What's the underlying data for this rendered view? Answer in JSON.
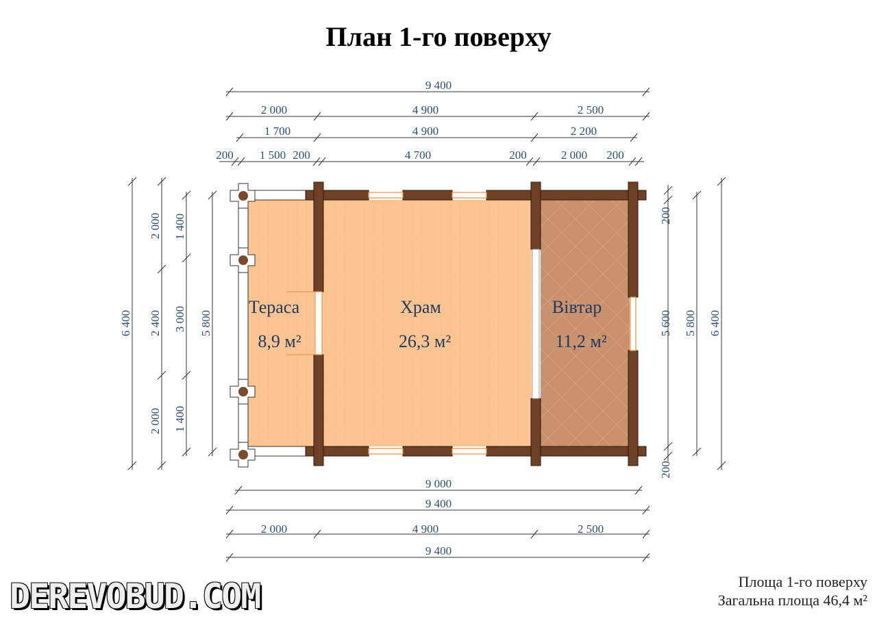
{
  "title": "План 1-го поверху",
  "rooms": [
    {
      "name": "Тераса",
      "area": "8,9 м²"
    },
    {
      "name": "Храм",
      "area": "26,3 м²"
    },
    {
      "name": "Вівтар",
      "area": "11,2 м²"
    }
  ],
  "dims_top": {
    "total": "9 400",
    "row2": [
      "2 000",
      "4 900",
      "2 500"
    ],
    "row3": [
      "1 700",
      "4 900",
      "2 200"
    ],
    "row4": [
      "200",
      "1 500",
      "200",
      "4 700",
      "200",
      "2 000",
      "200"
    ]
  },
  "dims_bottom": {
    "inner": "9 000",
    "total1": "9 400",
    "row": [
      "2 000",
      "4 900",
      "2 500"
    ],
    "total2": "9 400"
  },
  "dims_left": {
    "total": "6 400",
    "row1": [
      "2 000",
      "2 400",
      "2 000"
    ],
    "row2": [
      "1 400",
      "3 000",
      "1 400"
    ],
    "inner": "5 800"
  },
  "dims_right": {
    "row1": [
      "200",
      "5 600",
      "200"
    ],
    "inner": "5 800",
    "total": "6 400"
  },
  "footer": {
    "line1": "Площа 1-го поверху",
    "line2": "Загальна площа 46,4 м²"
  },
  "watermark": "DEREVOBUD.COM",
  "colors": {
    "wall": "#6e4126",
    "floor": "#fac593",
    "altar": "#c9916e",
    "dim_text": "#2c4d78"
  }
}
